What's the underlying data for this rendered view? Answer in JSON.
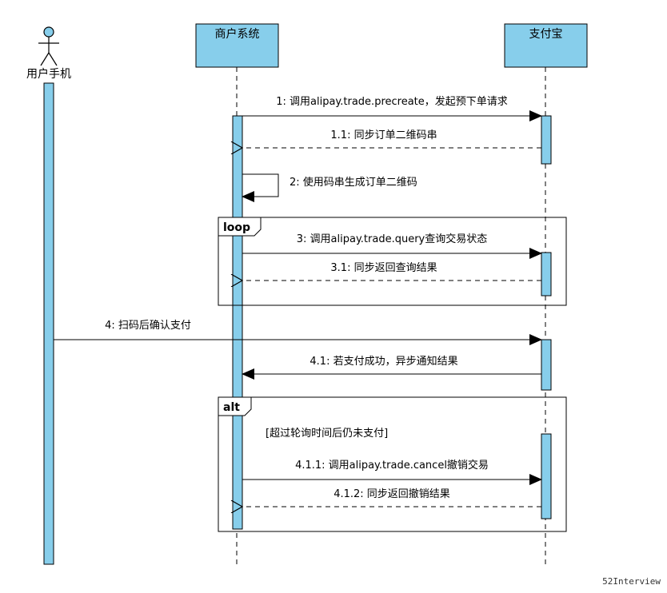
{
  "participants": {
    "user": {
      "name": "用户手机"
    },
    "merchant": {
      "name": "商户系统"
    },
    "alipay": {
      "name": "支付宝"
    }
  },
  "messages": [
    {
      "id": "m1",
      "text": "1: 调用alipay.trade.precreate，发起预下单请求",
      "from": "merchant",
      "to": "alipay",
      "style": "sync"
    },
    {
      "id": "m1_1",
      "text": "1.1: 同步订单二维码串",
      "from": "alipay",
      "to": "merchant",
      "style": "return"
    },
    {
      "id": "m2",
      "text": "2: 使用码串生成订单二维码",
      "from": "merchant",
      "to": "merchant",
      "style": "self"
    },
    {
      "id": "m3",
      "text": "3: 调用alipay.trade.query查询交易状态",
      "from": "merchant",
      "to": "alipay",
      "style": "sync"
    },
    {
      "id": "m3_1",
      "text": "3.1: 同步返回查询结果",
      "from": "alipay",
      "to": "merchant",
      "style": "return"
    },
    {
      "id": "m4",
      "text": "4: 扫码后确认支付",
      "from": "user",
      "to": "alipay",
      "style": "sync"
    },
    {
      "id": "m4_1",
      "text": "4.1: 若支付成功，异步通知结果",
      "from": "alipay",
      "to": "merchant",
      "style": "sync"
    },
    {
      "id": "m4_1_1",
      "text": "4.1.1: 调用alipay.trade.cancel撤销交易",
      "from": "merchant",
      "to": "alipay",
      "style": "sync"
    },
    {
      "id": "m4_1_2",
      "text": "4.1.2: 同步返回撤销结果",
      "from": "alipay",
      "to": "merchant",
      "style": "return"
    }
  ],
  "frames": {
    "loop": {
      "tag": "loop"
    },
    "alt": {
      "tag": "alt",
      "guard": "[超过轮询时间后仍未支付]"
    }
  },
  "colors": {
    "box_fill": "#87CEEB",
    "activation_fill": "#87CEEB",
    "stroke": "#000000"
  },
  "watermark": "52Interview"
}
